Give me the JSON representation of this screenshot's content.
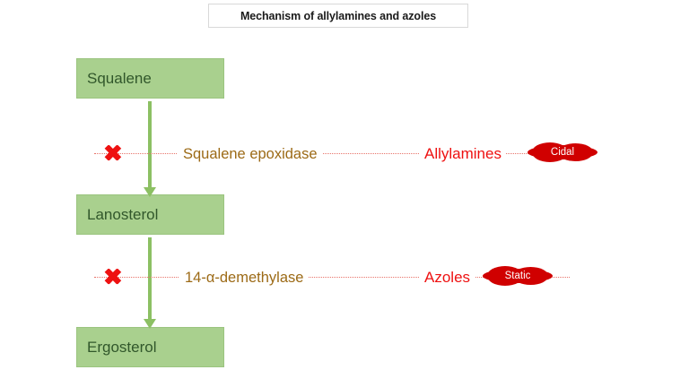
{
  "title": {
    "text": "Mechanism of allylamines and azoles"
  },
  "colors": {
    "box_fill": "#a9d08e",
    "box_border": "#9bc47f",
    "box_text": "#31572b",
    "arrow": "#8cc063",
    "x_mark": "#ee1111",
    "dotted_line": "#e8736a",
    "enzyme_text": "#9c6a16",
    "drug_text": "#ee1111",
    "badge_fill": "#d00000",
    "badge_text": "#ffffff",
    "title_border": "#d9d9d9"
  },
  "pathway": {
    "metabolites": [
      {
        "name": "Squalene"
      },
      {
        "name": "Lanosterol"
      },
      {
        "name": "Ergosterol"
      }
    ],
    "steps": [
      {
        "enzyme": "Squalene epoxidase",
        "drug_class": "Allylamines",
        "effect": "Cidal",
        "block_marker": "✖"
      },
      {
        "enzyme": "14-α-demethylase",
        "drug_class": "Azoles",
        "effect": "Static",
        "block_marker": "✖"
      }
    ]
  }
}
